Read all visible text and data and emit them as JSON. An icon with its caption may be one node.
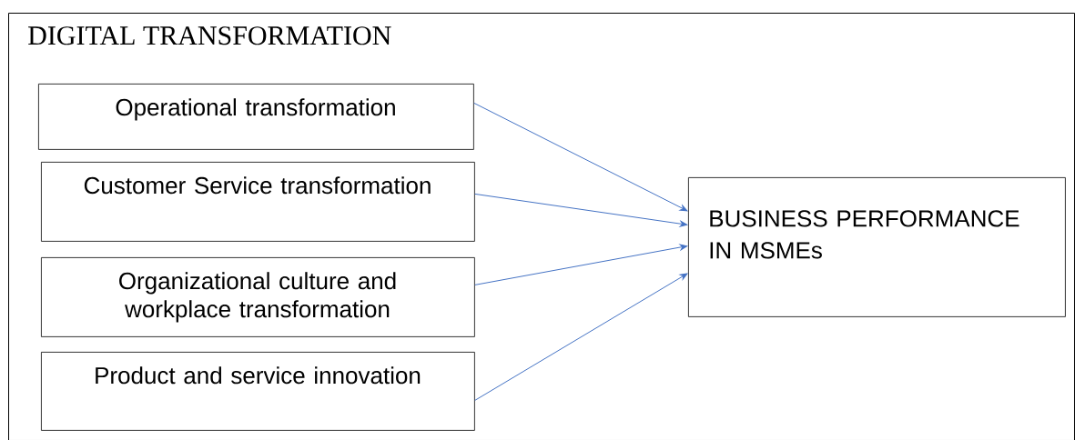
{
  "diagram": {
    "nodes": [
      {
        "text": [
          "DIGITAL TRANSFORMATION"
        ]
      },
      {
        "text": [
          "Operational transformation"
        ],
        "in": 0
      },
      {
        "text": [
          "Customer Service transformation"
        ],
        "in": 0
      },
      {
        "text": [
          "Organizational culture and workplace transformation"
        ],
        "in": 0
      },
      {
        "text": [
          "Product and service innovation"
        ],
        "in": 0
      },
      {
        "text": [
          "BUSINESS PERFORMANCE IN MSMEs"
        ],
        "in": 0
      }
    ],
    "edges": [
      {
        "from": 1,
        "to": 5,
        "arrow": "to"
      },
      {
        "from": 2,
        "to": 5,
        "arrow": "to"
      },
      {
        "from": 3,
        "to": 5,
        "arrow": "to"
      },
      {
        "from": 4,
        "to": 5,
        "arrow": "to"
      }
    ]
  }
}
